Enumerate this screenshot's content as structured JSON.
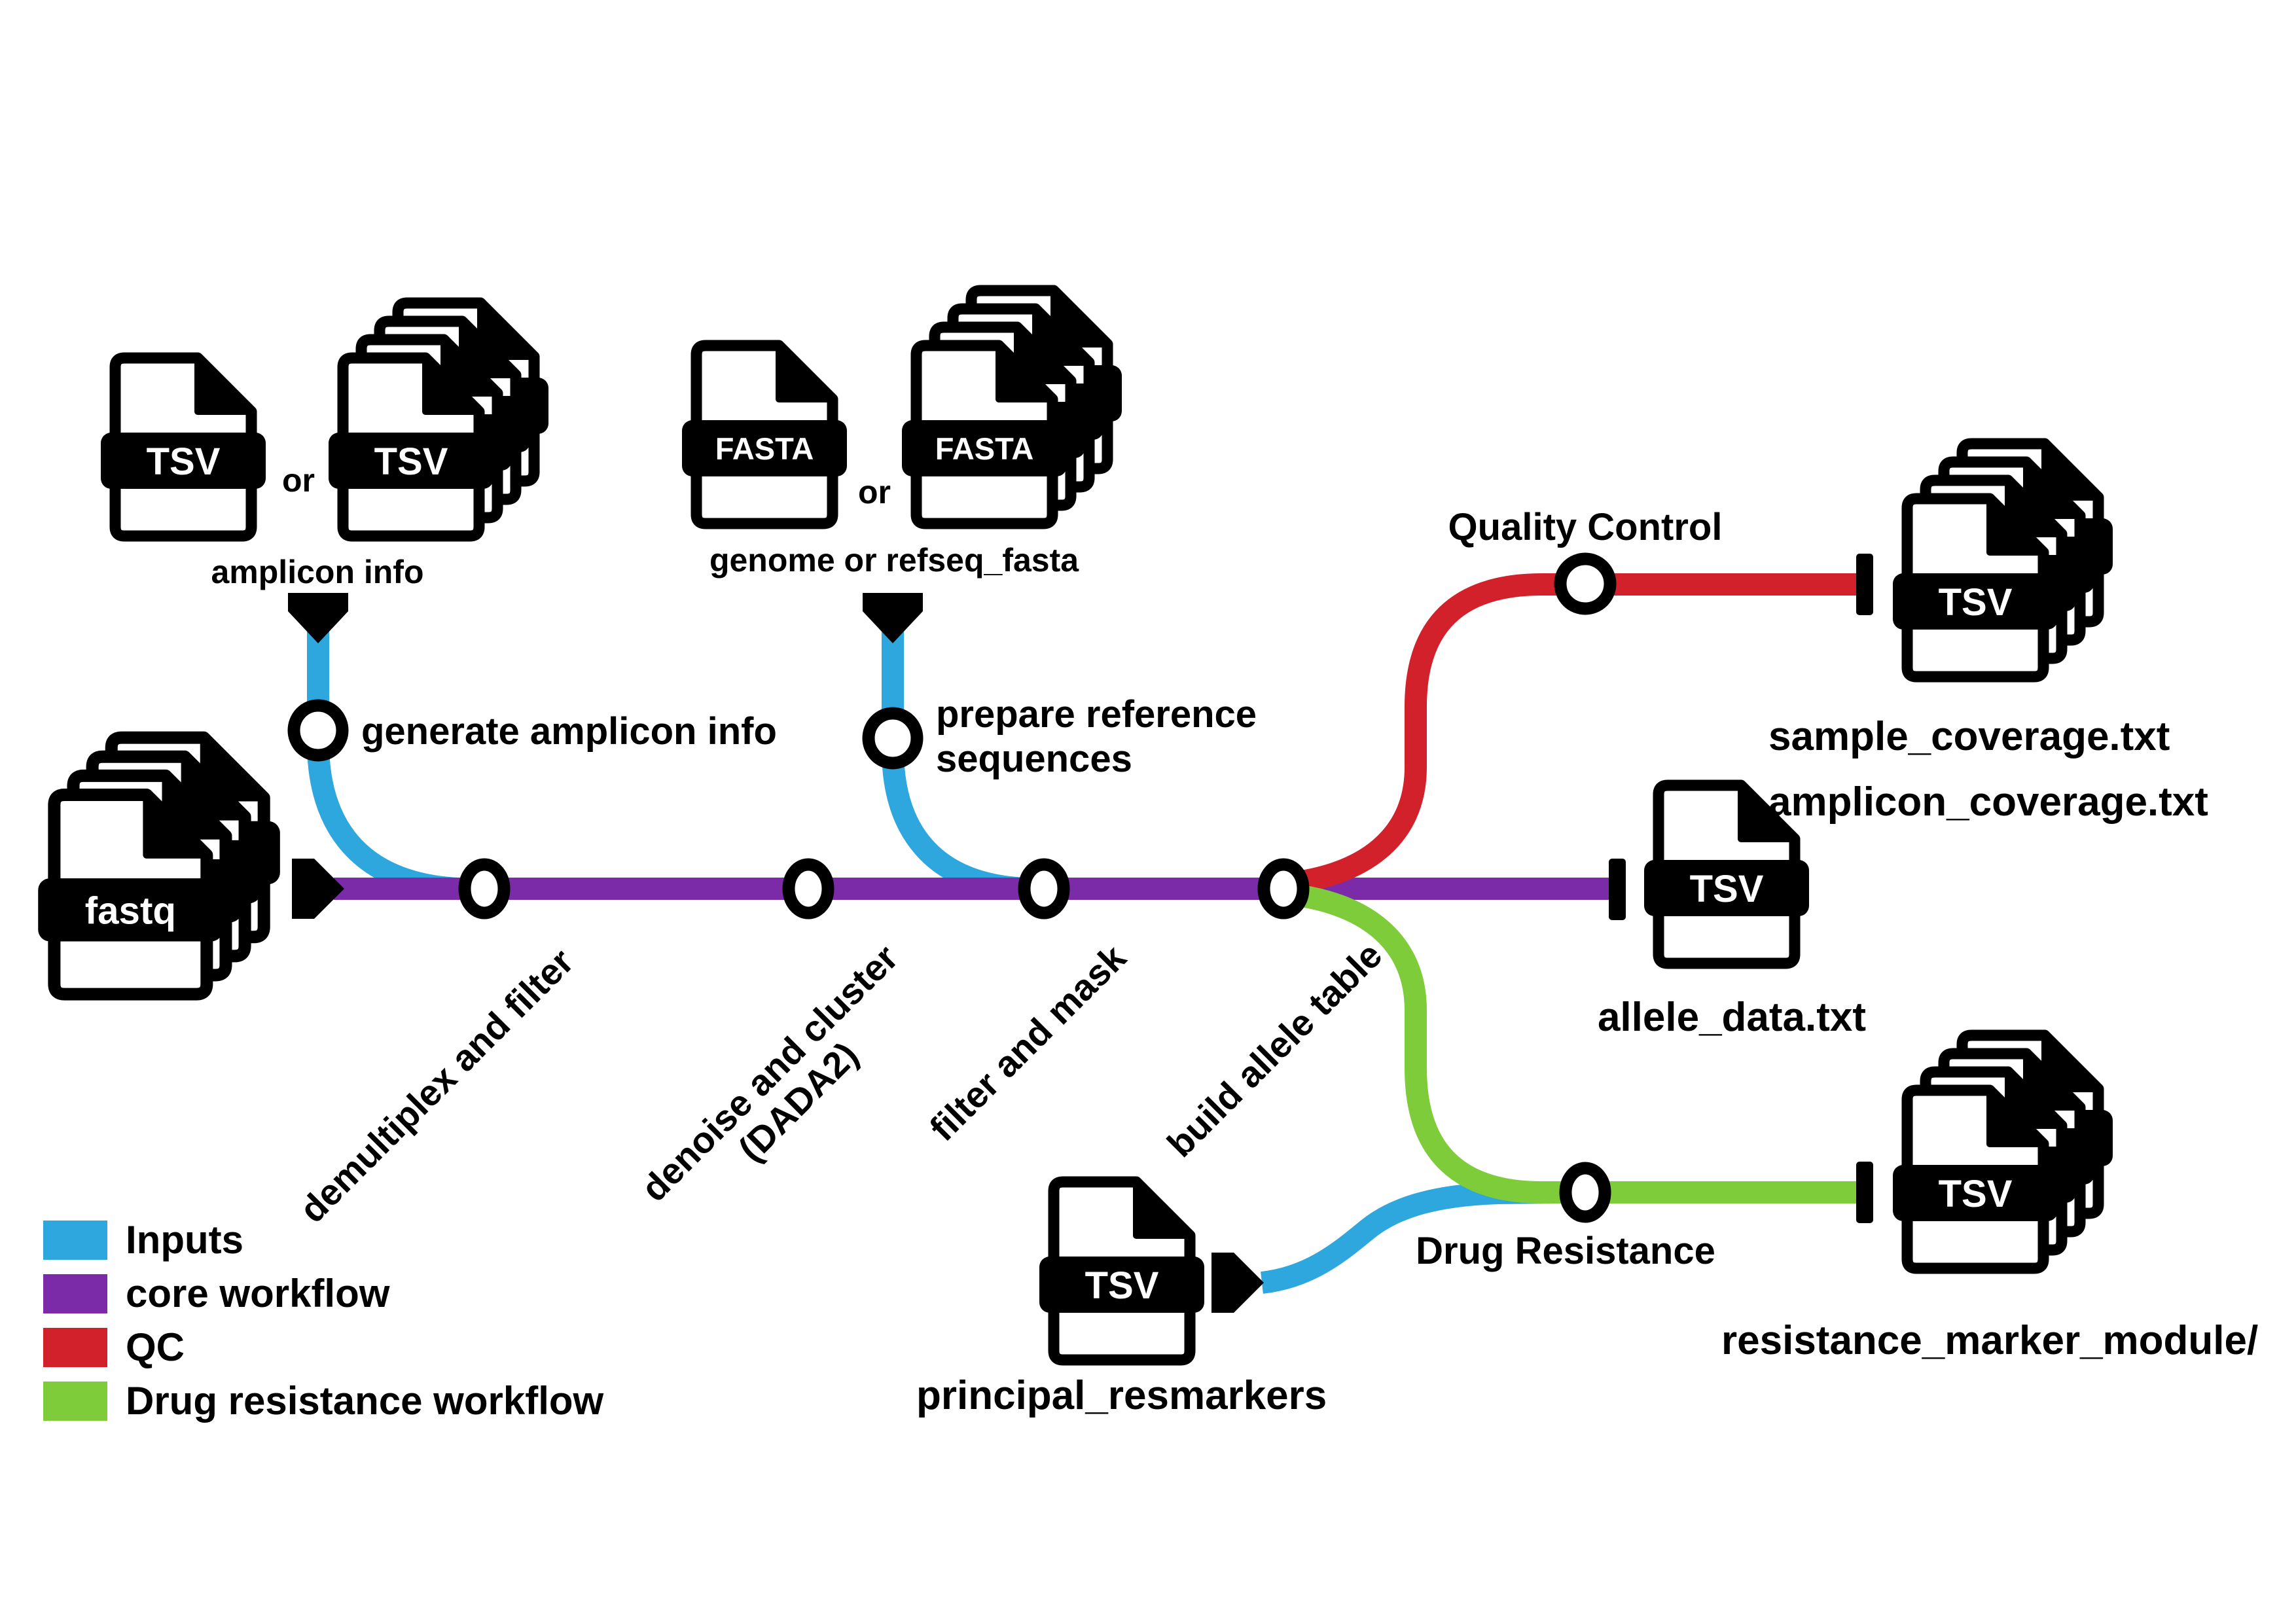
{
  "colors": {
    "inputs": "#2EA7DF",
    "core": "#7C2BA8",
    "qc": "#D2212B",
    "drug": "#7ECC3A"
  },
  "files": {
    "amplicon": {
      "badge": "TSV",
      "or": "or",
      "label": "amplicon info"
    },
    "reference": {
      "badge": "FASTA",
      "or": "or",
      "label": "genome or refseq_fasta"
    },
    "fastq": {
      "badge": "fastq"
    },
    "principal": {
      "badge": "TSV",
      "label": "principal_resmarkers"
    }
  },
  "stations": {
    "generate_amplicon_info": {
      "label": "generate amplicon info"
    },
    "prepare_reference": {
      "line1": "prepare reference",
      "line2": "sequences"
    },
    "demultiplex": {
      "label": "demultiplex and filter"
    },
    "denoise": {
      "line1": "denoise and cluster",
      "line2": "(DADA2)"
    },
    "filter_mask": {
      "label": "filter and mask"
    },
    "build_allele": {
      "label": "build allele table"
    },
    "quality_control": {
      "label": "Quality Control"
    },
    "drug_resistance": {
      "label": "Drug Resistance"
    }
  },
  "outputs": {
    "coverage": {
      "badge": "TSV",
      "line1": "sample_coverage.txt",
      "line2": "amplicon_coverage.txt"
    },
    "allele": {
      "badge": "TSV",
      "label": "allele_data.txt"
    },
    "resistance": {
      "badge": "TSV",
      "label": "resistance_marker_module/"
    }
  },
  "legend": {
    "items": [
      {
        "label": "Inputs",
        "color": "#2EA7DF"
      },
      {
        "label": "core workflow",
        "color": "#7C2BA8"
      },
      {
        "label": "QC",
        "color": "#D2212B"
      },
      {
        "label": "Drug resistance workflow",
        "color": "#7ECC3A"
      }
    ]
  }
}
